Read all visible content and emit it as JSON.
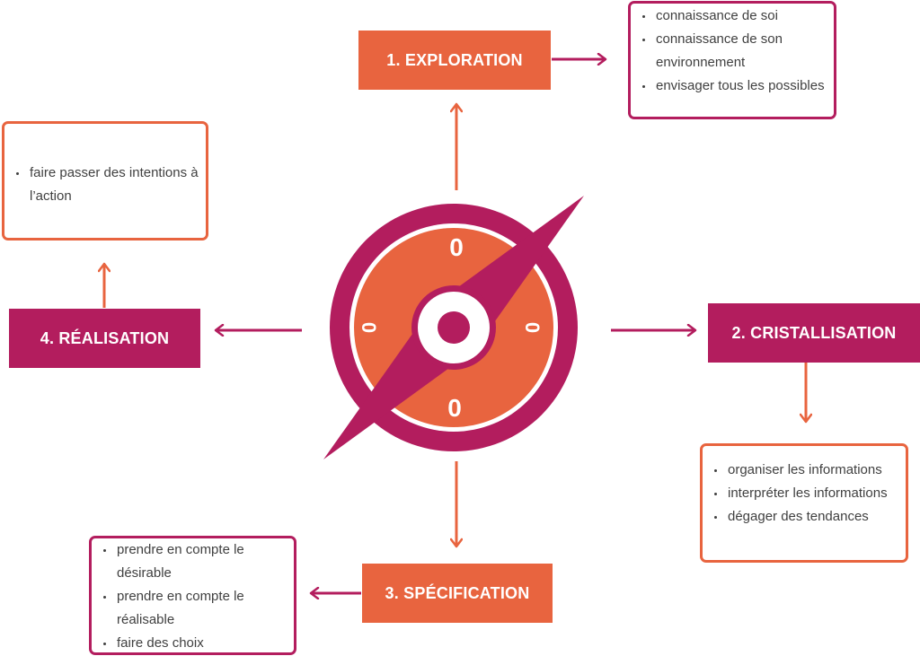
{
  "colors": {
    "orange": "#e8643f",
    "magenta": "#b31d5e",
    "text": "#404040"
  },
  "center": {
    "icon": "compass-icon",
    "marks": [
      "0",
      "0",
      "0",
      "0"
    ]
  },
  "steps": {
    "exploration": "1. EXPLORATION",
    "cristallisation": "2. CRISTALLISATION",
    "specification": "3. SPÉCIFICATION",
    "realisation": "4. RÉALISATION"
  },
  "boxes": {
    "exploration": [
      "connaissance de soi",
      "connaissance de son environnement",
      "envisager tous les possibles"
    ],
    "cristallisation": [
      "organiser les informations",
      "interpréter les informations",
      "dégager des tendances"
    ],
    "specification": [
      "prendre en compte le désirable",
      "prendre en compte le réalisable",
      "faire des choix"
    ],
    "realisation": [
      "faire passer des intentions à l’action"
    ]
  }
}
